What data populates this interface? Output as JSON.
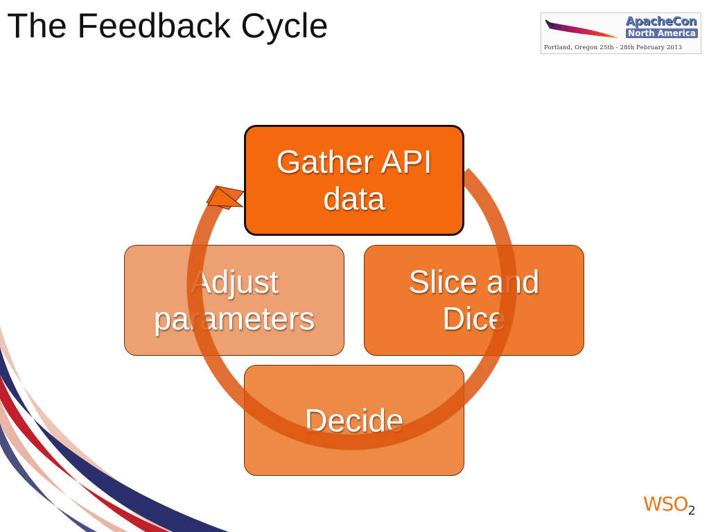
{
  "slide": {
    "title": "The Feedback Cycle"
  },
  "logo": {
    "name": "ApacheCon",
    "subtitle": "North America",
    "tagline": "Portland, Oregon 25th - 28th February 2013",
    "icon": "apache-feather-icon"
  },
  "cycle": {
    "steps": [
      {
        "line1": "Gather API",
        "line2": "data"
      },
      {
        "line1": "Slice and",
        "line2": "Dice"
      },
      {
        "line1": "Decide",
        "line2": ""
      },
      {
        "line1": "Adjust",
        "line2": "parameters"
      }
    ]
  },
  "brand": {
    "name": "WSO",
    "sub": "2"
  },
  "colors": {
    "step_active": "#f4680e",
    "step_2": "#ee7a2f",
    "step_3": "#ec8a46",
    "step_4": "#eda173",
    "arrow": "#e8590c",
    "swoosh_red": "#c0202a",
    "swoosh_navy": "#2b2f6b"
  }
}
